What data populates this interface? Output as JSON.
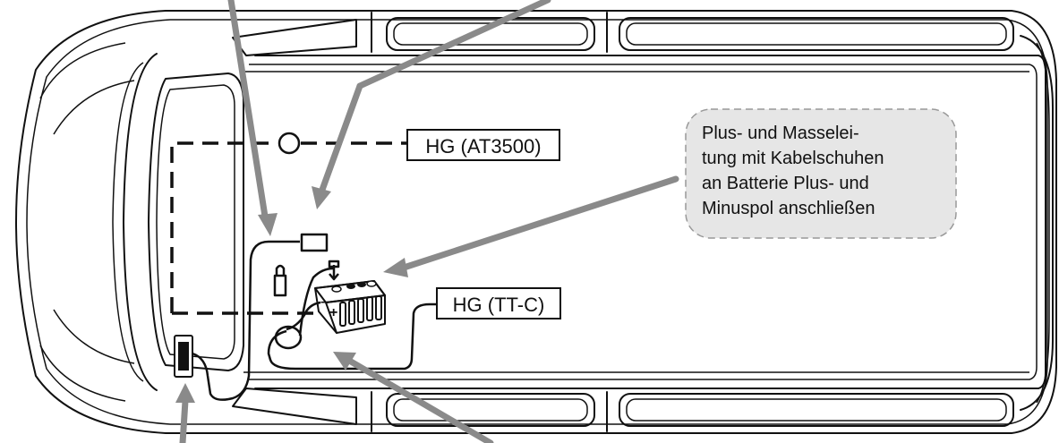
{
  "labels": {
    "hg_at3500": "HG (AT3500)",
    "hg_ttc": "HG (TT-C)",
    "callout_lines": [
      "Plus- und Masselei-",
      "tung mit Kabelschuhen",
      "an Batterie Plus- und",
      "Minuspol anschließen"
    ]
  },
  "colors": {
    "arrow": "#8a8a8a",
    "callout_fill": "#e6e6e6",
    "line": "#111111"
  }
}
